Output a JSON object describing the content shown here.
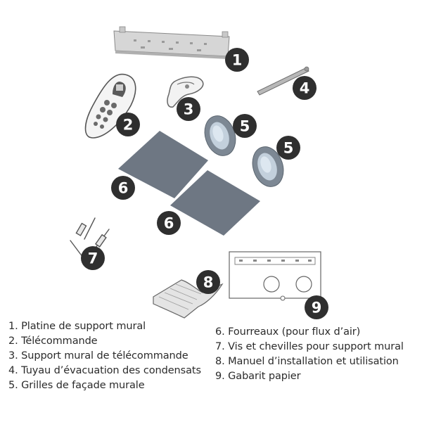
{
  "badges": [
    "1",
    "2",
    "3",
    "4",
    "5",
    "5",
    "6",
    "6",
    "7",
    "8",
    "9"
  ],
  "legend_left": [
    "1. Platine de support mural",
    "2. Télécommande",
    "3. Support mural de télécommande",
    "4. Tuyau d’évacuation des condensats",
    "5. Grilles de façade murale"
  ],
  "legend_right": [
    "6. Fourreaux (pour flux d’air)",
    "7. Vis et chevilles pour support mural",
    "8. Manuel d’installation et utilisation",
    "9. Gabarit papier"
  ],
  "colors": {
    "badge": "#2f2f2f",
    "sleeve_sheet": "#6e7783",
    "grille": "#7d8894",
    "outline": "#555555"
  }
}
